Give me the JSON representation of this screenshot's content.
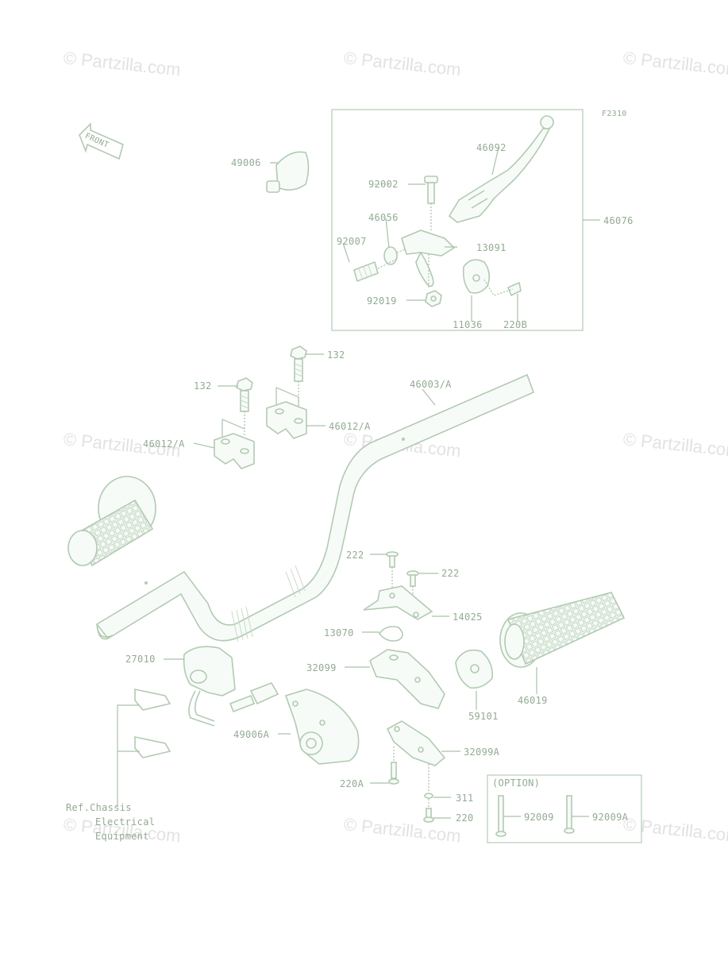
{
  "watermark": {
    "text": "© Partzilla.com",
    "color": "#e2e2e2"
  },
  "diagram": {
    "figure_code": "F2310",
    "front_label": "FRONT",
    "colors": {
      "line": "#a9c2a9",
      "part": "#b2cab2",
      "label": "#93ab93"
    },
    "parts": [
      {
        "id": "p-49006",
        "text": "49006"
      },
      {
        "id": "p-46092",
        "text": "46092"
      },
      {
        "id": "p-92002",
        "text": "92002"
      },
      {
        "id": "p-46056",
        "text": "46056"
      },
      {
        "id": "p-92007",
        "text": "92007"
      },
      {
        "id": "p-13091",
        "text": "13091"
      },
      {
        "id": "p-46076",
        "text": "46076"
      },
      {
        "id": "p-92019",
        "text": "92019"
      },
      {
        "id": "p-11036",
        "text": "11036"
      },
      {
        "id": "p-220b",
        "text": "220B"
      },
      {
        "id": "p-132a",
        "text": "132"
      },
      {
        "id": "p-132b",
        "text": "132"
      },
      {
        "id": "p-46003",
        "text": "46003/A"
      },
      {
        "id": "p-46012a",
        "text": "46012/A"
      },
      {
        "id": "p-46012b",
        "text": "46012/A"
      },
      {
        "id": "p-222a",
        "text": "222"
      },
      {
        "id": "p-222b",
        "text": "222"
      },
      {
        "id": "p-14025",
        "text": "14025"
      },
      {
        "id": "p-13070",
        "text": "13070"
      },
      {
        "id": "p-27010",
        "text": "27010"
      },
      {
        "id": "p-32099",
        "text": "32099"
      },
      {
        "id": "p-59101",
        "text": "59101"
      },
      {
        "id": "p-46019",
        "text": "46019"
      },
      {
        "id": "p-49006a",
        "text": "49006A"
      },
      {
        "id": "p-32099a",
        "text": "32099A"
      },
      {
        "id": "p-220a",
        "text": "220A"
      },
      {
        "id": "p-311",
        "text": "311"
      },
      {
        "id": "p-220",
        "text": "220"
      },
      {
        "id": "p-92009",
        "text": "92009"
      },
      {
        "id": "p-92009a",
        "text": "92009A"
      }
    ],
    "option_title": "(OPTION)",
    "ref_note": [
      "Ref.Chassis",
      "Electrical",
      "Equipment"
    ]
  }
}
